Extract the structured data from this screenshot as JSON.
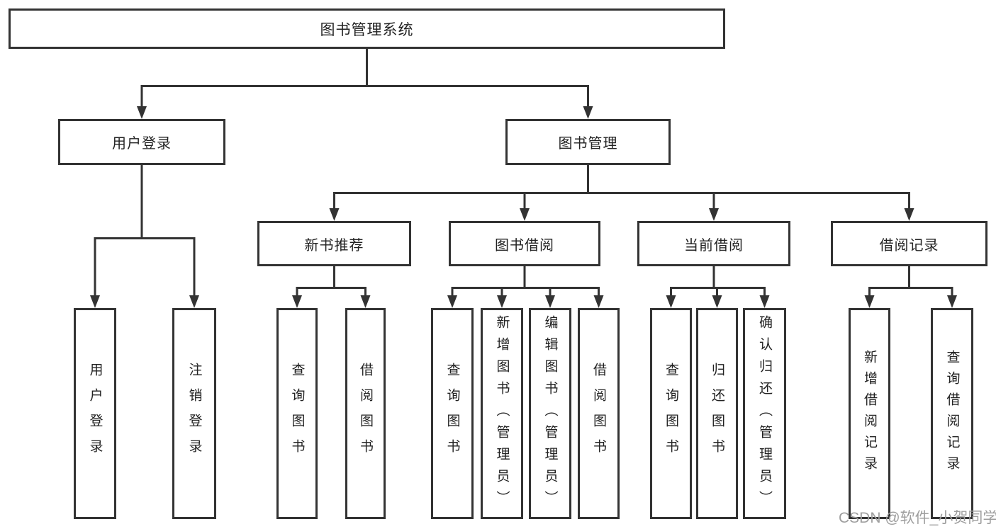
{
  "tree": {
    "root": {
      "label": "图书管理系统"
    },
    "level2": [
      {
        "label": "用户登录",
        "leaves": [
          "用户登录",
          "注销登录"
        ]
      },
      {
        "label": "图书管理",
        "sections": [
          {
            "label": "新书推荐",
            "leaves": [
              "查询图书",
              "借阅图书"
            ]
          },
          {
            "label": "图书借阅",
            "leaves": [
              "查询图书",
              "新增图书（管理员）",
              "编辑图书（管理员）",
              "借阅图书"
            ]
          },
          {
            "label": "当前借阅",
            "leaves": [
              "查询图书",
              "归还图书",
              "确认归还（管理员）"
            ]
          },
          {
            "label": "借阅记录",
            "leaves": [
              "新增借阅记录",
              "查询借阅记录"
            ]
          }
        ]
      }
    ]
  },
  "watermark": {
    "text": "CSDN @软件_小贺同学"
  },
  "colors": {
    "line": "#333333",
    "text": "#222222",
    "box_background": "#ffffff",
    "watermark": "#9e9e9e"
  }
}
